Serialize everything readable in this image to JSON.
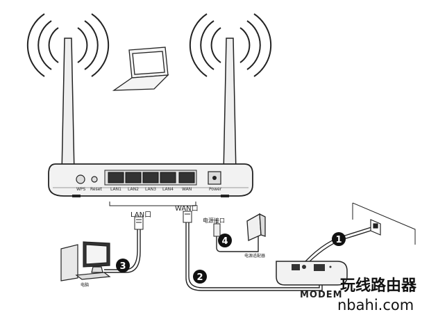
{
  "router": {
    "buttons": {
      "wps": "WPS",
      "reset": "Reset",
      "power": "Power"
    },
    "ports": [
      "LAN1",
      "LAN2",
      "LAN3",
      "LAN4",
      "WAN"
    ]
  },
  "labels": {
    "lan_port": "LAN口",
    "wan_port": "WAN口",
    "power_port": "电源接口",
    "adapter": "电源适配器",
    "computer": "电脑",
    "modem": "MODEM"
  },
  "steps": [
    "1",
    "2",
    "3",
    "4"
  ],
  "brand": {
    "name": "玩线路由器",
    "url": "nbahi.com"
  },
  "colors": {
    "stroke": "#1a1a1a",
    "router_body": "#f2f2f2",
    "badge": "#111111"
  }
}
